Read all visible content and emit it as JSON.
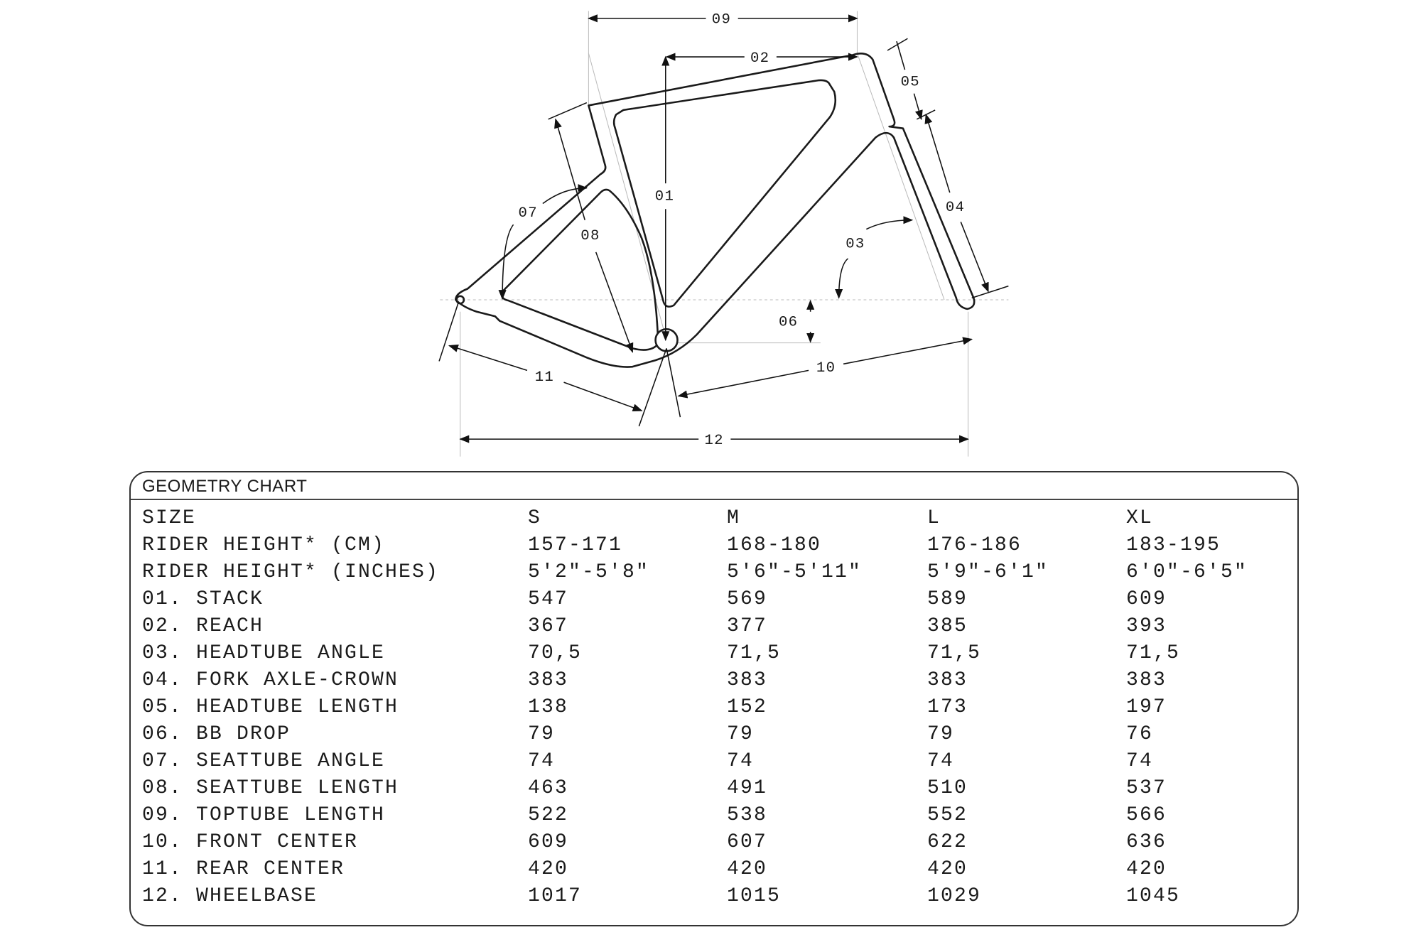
{
  "diagram": {
    "labels": [
      "01",
      "02",
      "03",
      "04",
      "05",
      "06",
      "07",
      "08",
      "09",
      "10",
      "11",
      "12"
    ]
  },
  "chart": {
    "title": "GEOMETRY CHART",
    "header": [
      "SIZE",
      "S",
      "M",
      "L",
      "XL"
    ],
    "rows": [
      [
        "RIDER HEIGHT* (CM)",
        "157-171",
        "168-180",
        "176-186",
        "183-195"
      ],
      [
        "RIDER HEIGHT* (INCHES)",
        "5'2\"-5'8\"",
        "5'6\"-5'11\"",
        "5'9\"-6'1\"",
        "6'0\"-6'5\""
      ],
      [
        "01. STACK",
        "547",
        "569",
        "589",
        "609"
      ],
      [
        "02. REACH",
        "367",
        "377",
        "385",
        "393"
      ],
      [
        "03. HEADTUBE ANGLE",
        "70,5",
        "71,5",
        "71,5",
        "71,5"
      ],
      [
        "04. FORK AXLE-CROWN",
        "383",
        "383",
        "383",
        "383"
      ],
      [
        "05. HEADTUBE LENGTH",
        "138",
        "152",
        "173",
        "197"
      ],
      [
        "06. BB DROP",
        "79",
        "79",
        "79",
        "76"
      ],
      [
        "07. SEATTUBE ANGLE",
        "74",
        "74",
        "74",
        "74"
      ],
      [
        "08. SEATTUBE LENGTH",
        "463",
        "491",
        "510",
        "537"
      ],
      [
        "09. TOPTUBE LENGTH",
        "522",
        "538",
        "552",
        "566"
      ],
      [
        "10. FRONT CENTER",
        "609",
        "607",
        "622",
        "636"
      ],
      [
        "11. REAR CENTER",
        "420",
        "420",
        "420",
        "420"
      ],
      [
        "12. WHEELBASE",
        "1017",
        "1015",
        "1029",
        "1045"
      ]
    ]
  }
}
